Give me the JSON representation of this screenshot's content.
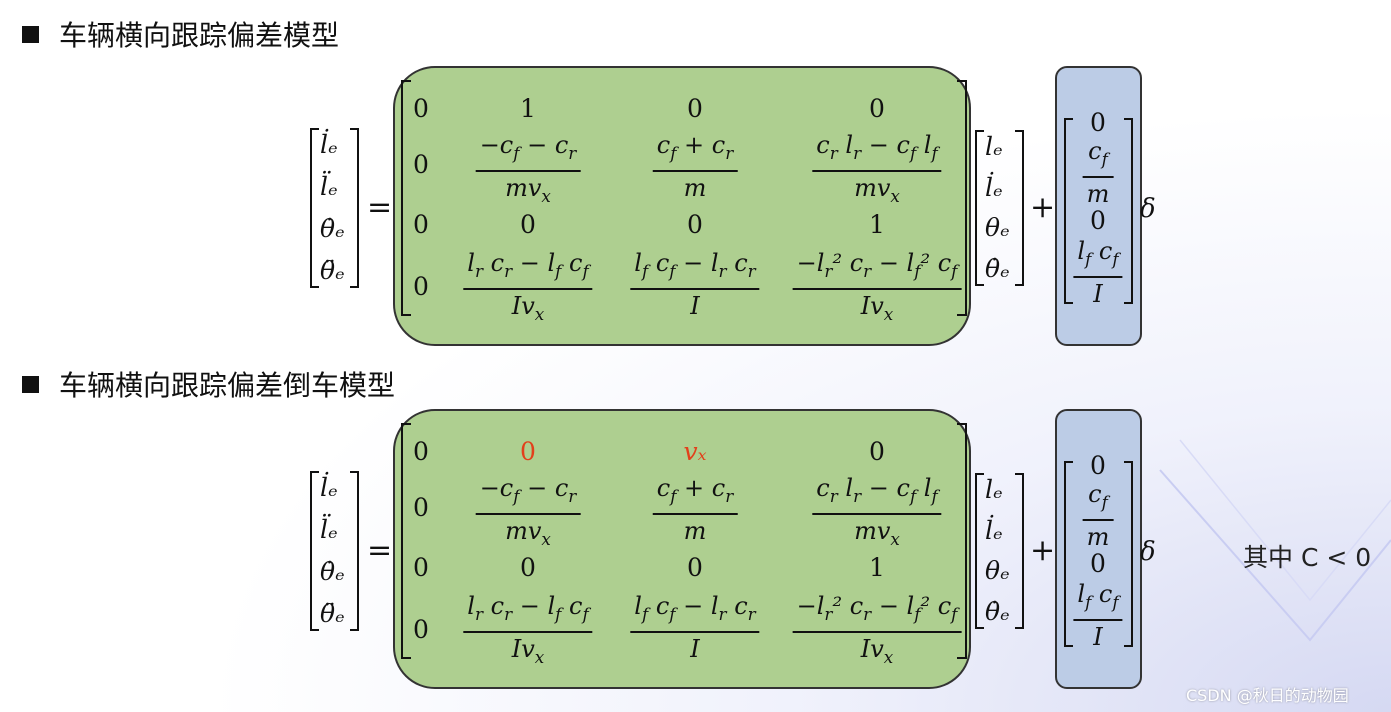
{
  "headings": {
    "model": "车辆横向跟踪偏差模型",
    "reverse_model": "车辆横向跟踪偏差倒车模型"
  },
  "equation1": {
    "lhs": [
      "l̇ₑ",
      "l̈ₑ",
      "θ̇ₑ",
      "θ̈ₑ"
    ],
    "equals": "=",
    "row1": {
      "c1": "0",
      "c2": "1",
      "c3": "0",
      "c4": "0"
    },
    "row2": {
      "c1": "0",
      "c2_num": "−c_f − c_r",
      "c2_den": "mv_x",
      "c3_num": "c_f + c_r",
      "c3_den": "m",
      "c4_num": "c_r l_r − c_f l_f",
      "c4_den": "mv_x"
    },
    "row3": {
      "c1": "0",
      "c2": "0",
      "c3": "0",
      "c4": "1"
    },
    "row4": {
      "c1": "0",
      "c2_num": "l_r c_r − l_f c_f",
      "c2_den": "Iv_x",
      "c3_num": "l_f c_f − l_r c_r",
      "c3_den": "I",
      "c4_num": "−l_r² c_r − l_f² c_f",
      "c4_den": "Iv_x"
    },
    "state": [
      "lₑ",
      "l̇ₑ",
      "θₑ",
      "θ̇ₑ"
    ],
    "plus": "+",
    "input": {
      "v1": "0",
      "v2_num": "c_f",
      "v2_den": "m",
      "v3": "0",
      "v4_num": "l_f c_f",
      "v4_den": "I"
    },
    "delta": "δ"
  },
  "equation2": {
    "lhs": [
      "l̇ₑ",
      "l̈ₑ",
      "θ̇ₑ",
      "θ̈ₑ"
    ],
    "equals": "=",
    "row1": {
      "c1": "0",
      "c2": "0",
      "c3": "vₓ",
      "c4": "0"
    },
    "row2": {
      "c1": "0",
      "c2_num": "−c_f − c_r",
      "c2_den": "mv_x",
      "c3_num": "c_f + c_r",
      "c3_den": "m",
      "c4_num": "c_r l_r − c_f l_f",
      "c4_den": "mv_x"
    },
    "row3": {
      "c1": "0",
      "c2": "0",
      "c3": "0",
      "c4": "1"
    },
    "row4": {
      "c1": "0",
      "c2_num": "l_r c_r − l_f c_f",
      "c2_den": "Iv_x",
      "c3_num": "l_f c_f − l_r c_r",
      "c3_den": "I",
      "c4_num": "−l_r² c_r − l_f² c_f",
      "c4_den": "Iv_x"
    },
    "state": [
      "lₑ",
      "l̇ₑ",
      "θₑ",
      "θ̇ₑ"
    ],
    "plus": "+",
    "input": {
      "v1": "0",
      "v2_num": "c_f",
      "v2_den": "m",
      "v3": "0",
      "v4_num": "l_f c_f",
      "v4_den": "I"
    },
    "delta": "δ"
  },
  "note": "其中 C < 0",
  "watermark": "CSDN @秋日的动物园",
  "colors": {
    "matrix_fill": "#aecf90",
    "input_fill": "#bccce6",
    "highlight": "#e2401b"
  }
}
